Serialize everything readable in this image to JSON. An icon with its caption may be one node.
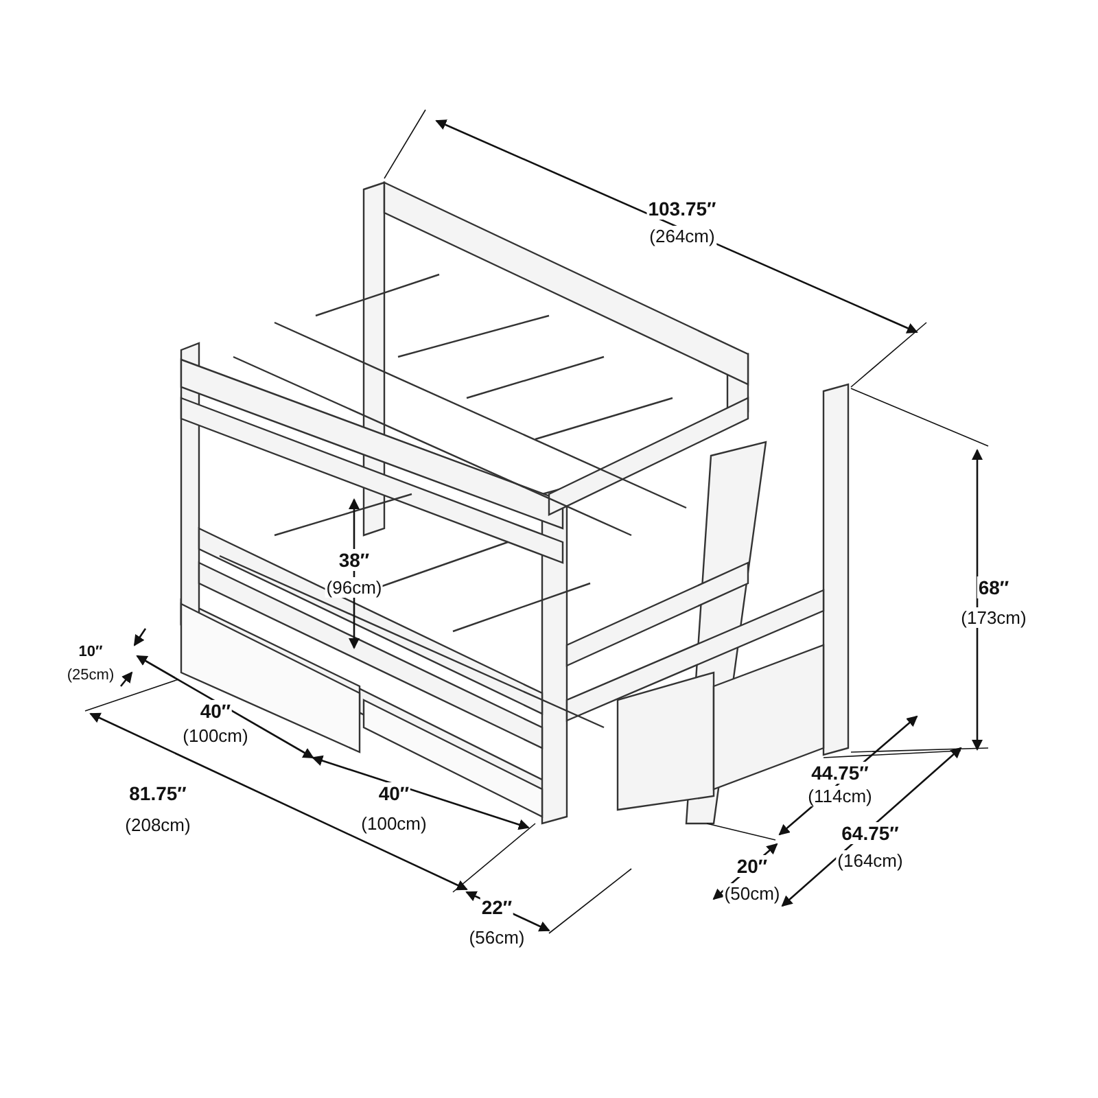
{
  "diagram": {
    "labels": [
      "103.75″",
      "(264cm)",
      "68″",
      "(173cm)",
      "38″",
      "(96cm)",
      "10″",
      "(25cm)",
      "40″",
      "(100cm)",
      "44.75″",
      "(114cm)",
      "81.75″",
      "(208cm)",
      "40″",
      "(100cm)",
      "64.75″",
      "(164cm)",
      "20″",
      "(50cm)",
      "22″",
      "(56cm)"
    ]
  }
}
